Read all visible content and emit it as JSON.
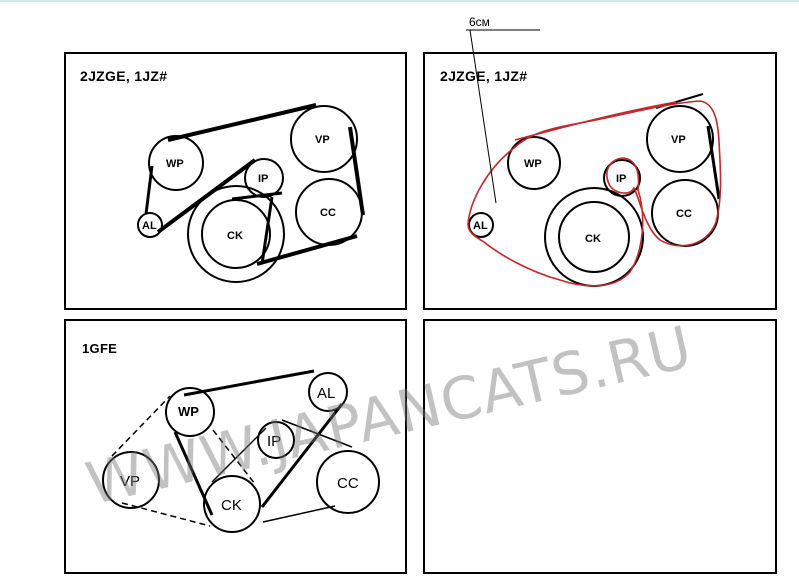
{
  "panels": {
    "top_left": {
      "title": "2JZGE, 1JZ#"
    },
    "top_right": {
      "title": "2JZGE, 1JZ#"
    },
    "bottom_left": {
      "title": "1GFE"
    }
  },
  "pulleys_2jz": {
    "vp": "VP",
    "wp": "WP",
    "ip": "IP",
    "al": "AL",
    "ck": "CK",
    "cc": "CC"
  },
  "pulleys_1gfe": {
    "vp": "VP",
    "wp": "WP",
    "ip": "IP",
    "al": "AL",
    "ck": "CK",
    "cc": "CC"
  },
  "annotation": {
    "measure": "6см"
  },
  "watermark": "WWW.JAPANCATS.RU",
  "colors": {
    "belt": "#000000",
    "sketch": "#c0282d",
    "rule": "#cfe8ee"
  }
}
